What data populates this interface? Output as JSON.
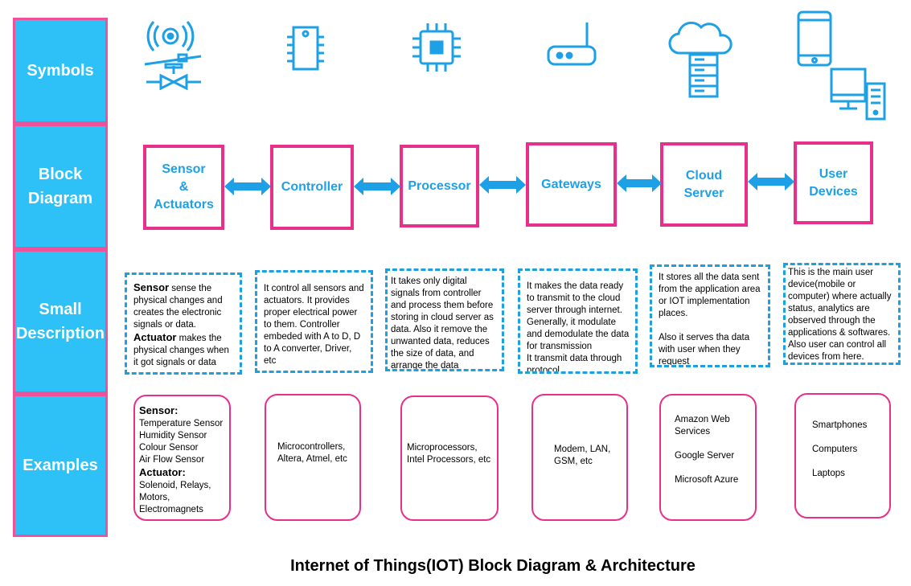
{
  "rows": {
    "symbols": "Symbols",
    "block_diagram": "Block\nDiagram",
    "small_description": "Small\nDescription",
    "examples": "Examples"
  },
  "icons": [
    "sensor-actuator-icon",
    "ic-chip-icon",
    "processor-icon",
    "router-icon",
    "cloud-server-icon",
    "user-devices-icon"
  ],
  "blocks": [
    "Sensor\n&\nActuators",
    "Controller",
    "Processor",
    "Gateways",
    "Cloud\nServer",
    "User\nDevices"
  ],
  "descriptions": {
    "sensor": {
      "s_head": "Sensor",
      "s_text": " sense the physical changes and creates the electronic signals or data.",
      "a_head": "Actuator",
      "a_text": " makes the physical changes when it got signals or data"
    },
    "controller": "It control all sensors and actuators. It provides proper electrical power to them. Controller embeded with A to D, D to A converter, Driver, etc",
    "processor": "It takes only digital signals from controller and process them before storing in cloud server as data. Also it remove the unwanted data, reduces the size of data, and arrange the data",
    "gateways": "It makes the data ready to transmit to the cloud server through internet. Generally, it modulate and demodulate the data for transmission\nIt transmit data through protocol",
    "cloud": "It stores all the data sent from the application area or IOT implementation places.\n\nAlso it serves tha data with user when they request",
    "user": "This is the main user device(mobile or computer) where actually status, analytics are observed through the applications & softwares. Also user can control all devices from here."
  },
  "examples": {
    "sensor_head": "Sensor:",
    "sensors": [
      "Temperature Sensor",
      "Humidity Sensor",
      "Colour Sensor",
      "Air Flow Sensor"
    ],
    "actuator_head": "Actuator:",
    "actuators": [
      "Solenoid, Relays,",
      "Motors,",
      "Electromagnets"
    ],
    "controller": "Microcontrollers,\nAltera, Atmel, etc",
    "processor": "Microprocessors,\nIntel Processors, etc",
    "gateways": "Modem, LAN,\nGSM, etc",
    "cloud": [
      "Amazon Web\nServices",
      "Google Server",
      "Microsoft Azure"
    ],
    "user": [
      "Smartphones",
      "Computers",
      "Laptops"
    ]
  },
  "title": "Internet of Things(IOT) Block Diagram & Architecture",
  "colors": {
    "accent_blue": "#2dc1f7",
    "border_pink": "#e8308a",
    "line_blue": "#1e9fe0"
  }
}
